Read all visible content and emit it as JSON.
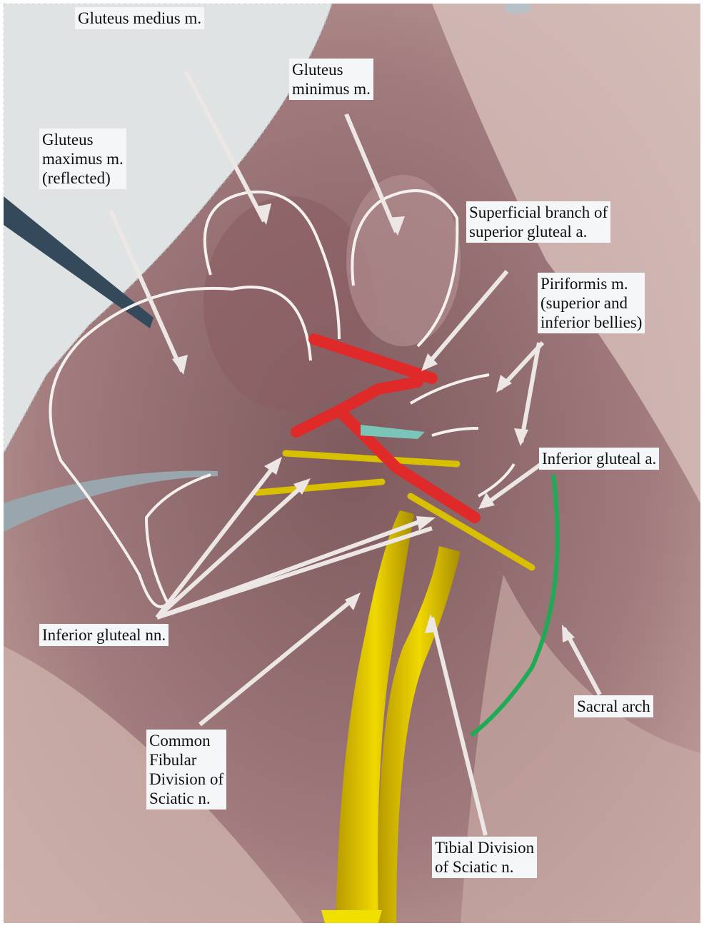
{
  "figure": {
    "labels": {
      "gluteus_medius": "Gluteus medius m.",
      "gluteus_minimus": "Gluteus\nminimus m.",
      "gluteus_maximus": "Gluteus\nmaximus m.\n(reflected)",
      "superficial_branch": "Superficial branch of\nsuperior gluteal a.",
      "piriformis": "Piriformis m.\n(superior and\ninferior bellies)",
      "inferior_gluteal_a": "Inferior gluteal a.",
      "inferior_gluteal_nn": "Inferior gluteal nn.",
      "sacral_arch": "Sacral arch",
      "common_fibular": "Common\nFibular\nDivision of\nSciatic n.",
      "tibial_division": "Tibial Division\nof Sciatic n."
    },
    "colors": {
      "nerve": "#e0c400",
      "artery": "#e02a2a",
      "sacral_arch_line": "#1faa55",
      "outline": "#f4f0ee",
      "tissue": "#a87a7c"
    }
  }
}
